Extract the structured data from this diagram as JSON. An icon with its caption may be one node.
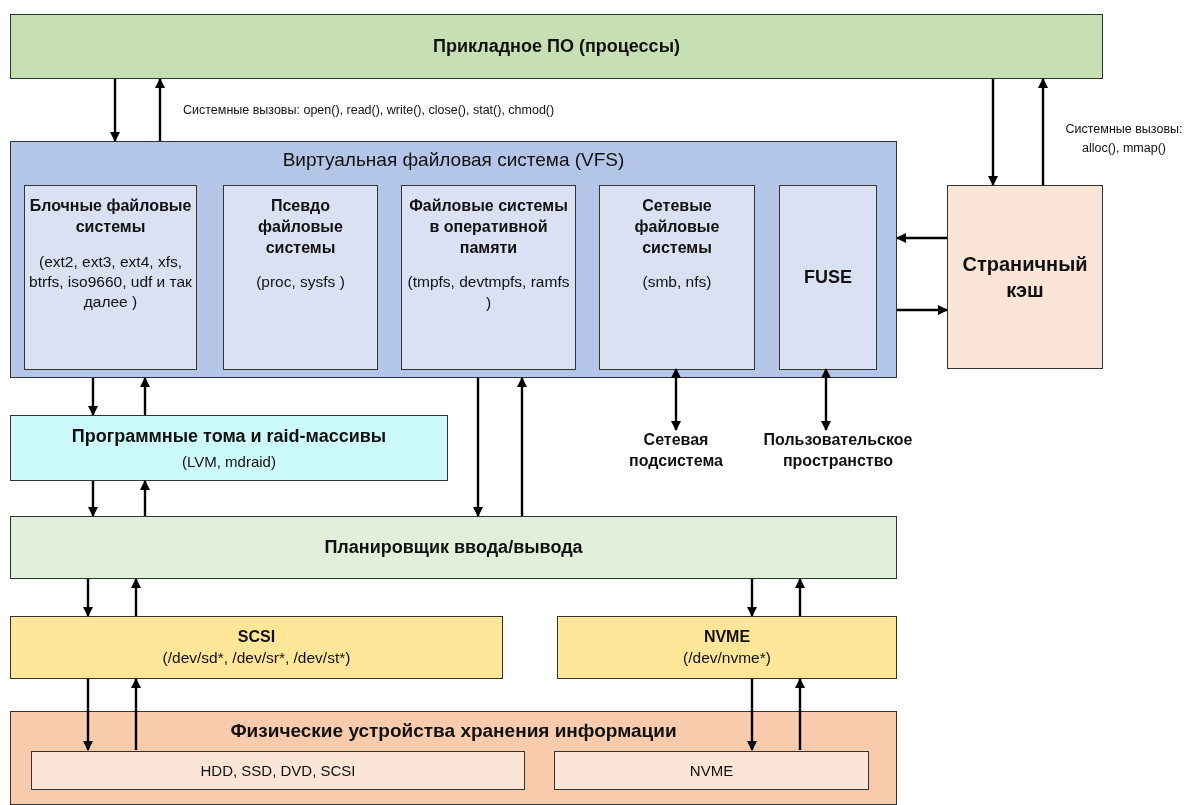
{
  "diagram": {
    "nodes": [
      {
        "text": [
          "Прикладное ПО (процессы)"
        ]
      },
      {
        "text": [
          "Виртуальная файловая система (VFS)"
        ]
      },
      {
        "text": [
          "Блочные файловые системы",
          "(ext2, ext3, ext4, xfs, btrfs, iso9660, udf и так далее )"
        ],
        "in": 1
      },
      {
        "text": [
          "Псевдо файловые системы",
          "(proc, sysfs )"
        ],
        "in": 1
      },
      {
        "text": [
          "Файловые системы в оперативной памяти",
          "(tmpfs, devtmpfs, ramfs )"
        ],
        "in": 1
      },
      {
        "text": [
          "Сетевые файловые системы",
          "(smb, nfs)"
        ],
        "in": 1
      },
      {
        "text": [
          "FUSE"
        ],
        "in": 1
      },
      {
        "text": [
          "Страничный кэш"
        ]
      },
      {
        "text": [
          "Программные тома и raid-массивы",
          "(LVM, mdraid)"
        ]
      },
      {
        "text": [
          "Сетевая подсистема"
        ]
      },
      {
        "text": [
          "Пользовательское пространство"
        ]
      },
      {
        "text": [
          "Планировщик ввода/вывода"
        ]
      },
      {
        "text": [
          "SCSI",
          "(/dev/sd*, /dev/sr*, /dev/st*)"
        ]
      },
      {
        "text": [
          "NVME",
          "(/dev/nvme*)"
        ]
      },
      {
        "text": [
          "Физические устройства хранения информации"
        ]
      },
      {
        "text": [
          "HDD, SSD, DVD, SCSI"
        ],
        "in": 14
      },
      {
        "text": [
          "NVME"
        ],
        "in": 14
      }
    ],
    "edges": [
      {
        "from": 0,
        "to": 1,
        "arrow": "to"
      },
      {
        "from": 1,
        "to": 0,
        "arrow": "to",
        "label": "Системные вызовы: open(), read(), write(), close(), stat(), chmod()"
      },
      {
        "from": 0,
        "to": 7,
        "arrow": "to"
      },
      {
        "from": 7,
        "to": 0,
        "arrow": "to",
        "label": "Системные вызовы: alloc(), mmap()"
      },
      {
        "from": 7,
        "to": 1,
        "arrow": "to"
      },
      {
        "from": 1,
        "to": 7,
        "arrow": "to"
      },
      {
        "from": 1,
        "to": 8,
        "arrow": "to"
      },
      {
        "from": 8,
        "to": 1,
        "arrow": "to"
      },
      {
        "from": 8,
        "to": 11,
        "arrow": "to"
      },
      {
        "from": 11,
        "to": 8,
        "arrow": "to"
      },
      {
        "from": 1,
        "to": 11,
        "arrow": "to"
      },
      {
        "from": 11,
        "to": 1,
        "arrow": "to"
      },
      {
        "from": 5,
        "to": 9,
        "arrow": "both"
      },
      {
        "from": 6,
        "to": 10,
        "arrow": "both"
      },
      {
        "from": 11,
        "to": 12,
        "arrow": "to"
      },
      {
        "from": 12,
        "to": 11,
        "arrow": "to"
      },
      {
        "from": 11,
        "to": 13,
        "arrow": "to"
      },
      {
        "from": 13,
        "to": 11,
        "arrow": "to"
      },
      {
        "from": 12,
        "to": 15,
        "arrow": "to"
      },
      {
        "from": 15,
        "to": 12,
        "arrow": "to"
      },
      {
        "from": 13,
        "to": 16,
        "arrow": "to"
      },
      {
        "from": 16,
        "to": 13,
        "arrow": "to"
      }
    ]
  }
}
